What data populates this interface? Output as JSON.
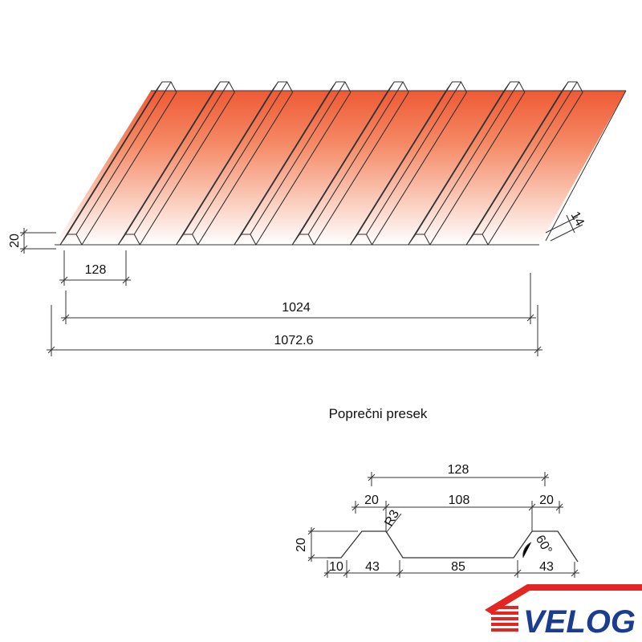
{
  "perspective": {
    "dims": {
      "height": "20",
      "rib_pitch": "128",
      "cover_width": "1024",
      "total_width": "1072.6",
      "edge": "14"
    },
    "rib_count": 8
  },
  "section": {
    "title": "Poprečni presek",
    "dims": {
      "pitch": "128",
      "left_gap": "20",
      "middle": "108",
      "right_gap": "20",
      "height": "20",
      "radius": "R3",
      "angle": "60°",
      "lip": "10",
      "rib_left": "43",
      "valley": "85",
      "rib_right": "43"
    }
  },
  "logo": {
    "text": "VELOG",
    "colors": {
      "red": "#e52521",
      "blue": "#1a3d8f"
    }
  },
  "colors": {
    "sheet_top": "#ee5a35",
    "sheet_bottom": "#ffffff",
    "line": "#333333"
  }
}
